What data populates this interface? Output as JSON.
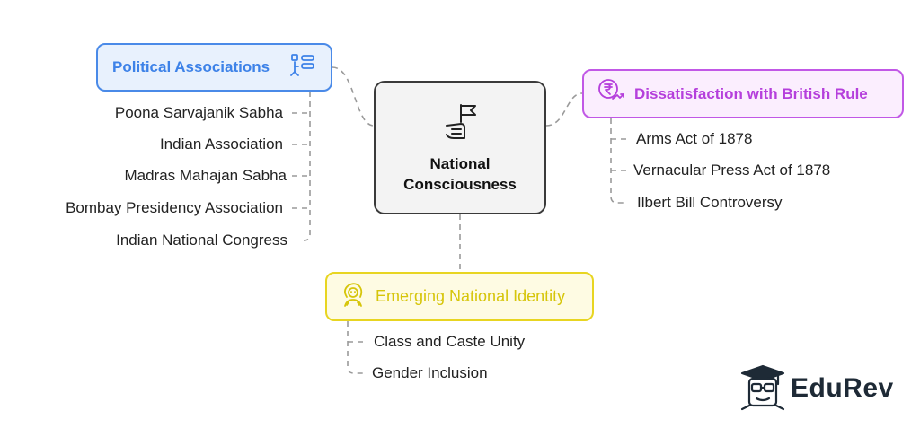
{
  "center": {
    "title": "National\nConsciousness",
    "icon": "hand-flag-icon"
  },
  "branches": {
    "political": {
      "title": "Political Associations",
      "icon": "organization-chart-icon",
      "color": "#4a8ae8",
      "items": [
        "Poona Sarvajanik Sabha",
        "Indian Association",
        "Madras Mahajan Sabha",
        "Bombay Presidency Association",
        "Indian National Congress"
      ]
    },
    "dissatisfaction": {
      "title": "Dissatisfaction with British Rule",
      "icon": "rupee-down-icon",
      "color": "#c158e6",
      "items": [
        "Arms Act of 1878",
        "Vernacular Press Act of 1878",
        "Ilbert Bill Controversy"
      ]
    },
    "identity": {
      "title": "Emerging National Identity",
      "icon": "woman-profile-icon",
      "color": "#e8d521",
      "items": [
        "Class and Caste Unity",
        "Gender Inclusion"
      ]
    }
  },
  "brand": {
    "name": "EduRev",
    "icon": "graduate-mascot-icon"
  }
}
